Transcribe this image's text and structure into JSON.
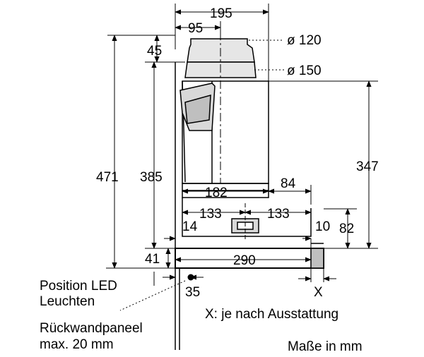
{
  "dimensions": {
    "d195": "195",
    "d95": "95",
    "dia120": "ø 120",
    "d45": "45",
    "dia150": "ø 150",
    "d471": "471",
    "d385": "385",
    "d347": "347",
    "d182": "182",
    "d84": "84",
    "d133_left": "133",
    "d133_right": "133",
    "d14": "14",
    "d10": "10",
    "d82": "82",
    "d41": "41",
    "d290": "290",
    "d35": "35",
    "dX": "X"
  },
  "notes": {
    "position_led_line1": "Position LED",
    "position_led_line2": "Leuchten",
    "rueckwand_line1": "Rückwandpaneel",
    "rueckwand_line2": "max. 20 mm",
    "x_note": "X: je nach Ausstattung",
    "units_note": "Maße in mm"
  }
}
